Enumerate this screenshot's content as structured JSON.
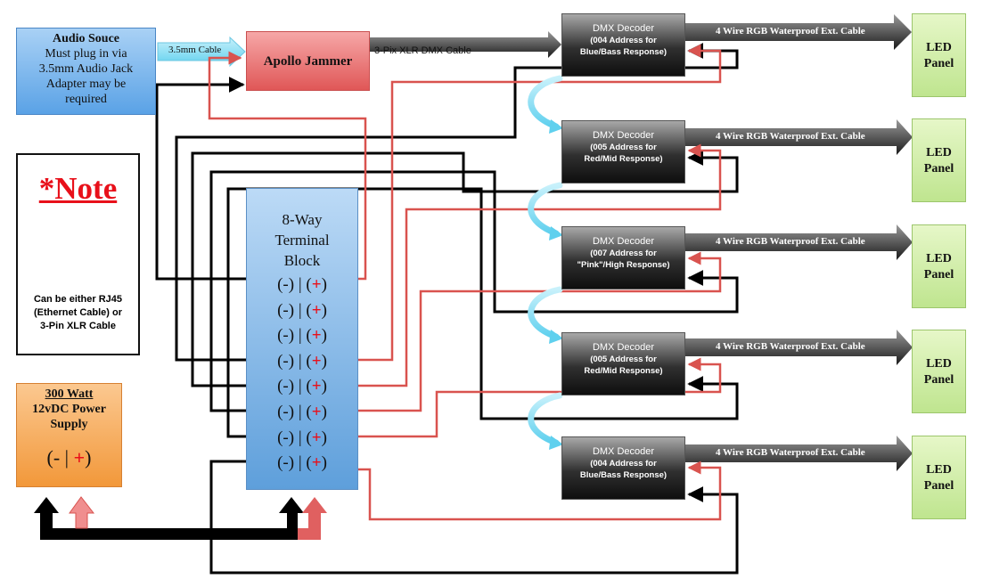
{
  "audio_source": {
    "title": "Audio Souce",
    "lines": [
      "Must plug in via",
      "3.5mm Audio Jack",
      "Adapter may be",
      "required"
    ]
  },
  "cable_35mm": "3.5mm Cable",
  "apollo": "Apollo Jammer",
  "xlr_cable": "3-Pix XLR DMX Cable",
  "note": {
    "title": "*Note",
    "lines": [
      "Can be either RJ45",
      "(Ethernet Cable) or",
      "3-Pin XLR Cable"
    ]
  },
  "psu": {
    "title": "300 Watt",
    "lines": [
      "12vDC Power",
      "Supply"
    ],
    "minus": "(- |",
    "plus": "+",
    "close": ")"
  },
  "terminal": {
    "lines": [
      "8-Way",
      "Terminal",
      "Block"
    ],
    "row_minus": "(-) | (",
    "row_plus": "+",
    "row_close": ")"
  },
  "decoders": [
    {
      "title": "DMX Decoder",
      "lines": [
        "(004 Address for",
        "Blue/Bass Response)"
      ]
    },
    {
      "title": "DMX Decoder",
      "lines": [
        "(005 Address for",
        "Red/Mid Response)"
      ]
    },
    {
      "title": "DMX Decoder",
      "lines": [
        "(007 Address for",
        "\"Pink\"/High Response)"
      ]
    },
    {
      "title": "DMX Decoder",
      "lines": [
        "(005 Address for",
        "Red/Mid Response)"
      ]
    },
    {
      "title": "DMX Decoder",
      "lines": [
        "(004 Address for",
        "Blue/Bass Response)"
      ]
    }
  ],
  "rgb_cable": "4 Wire RGB Waterproof Ext. Cable",
  "led": [
    "LED",
    "Panel"
  ],
  "colors": {
    "negative_wire": "#000000",
    "positive_wire": "#d9534f",
    "signal_arrow": "#79cde0"
  }
}
